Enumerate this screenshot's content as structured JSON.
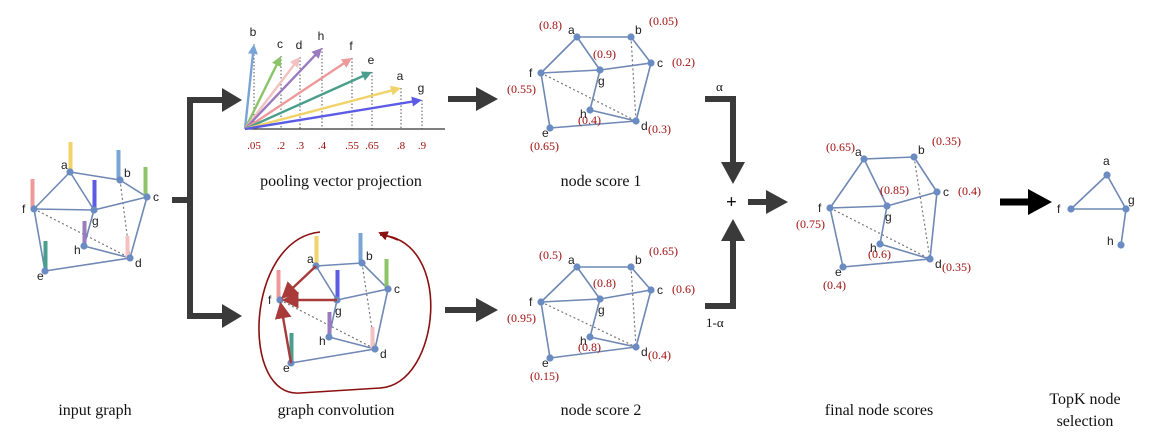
{
  "captions": {
    "input": "input graph",
    "pooling": "pooling vector projection",
    "conv": "graph convolution",
    "score1": "node score 1",
    "score2": "node score 2",
    "final": "final node scores",
    "topk_line1": "TopK node",
    "topk_line2": "selection"
  },
  "operators": {
    "alpha": "α",
    "one_minus_alpha": "1-α",
    "plus": "+"
  },
  "node_names": [
    "a",
    "b",
    "c",
    "d",
    "e",
    "f",
    "g",
    "h"
  ],
  "projection": {
    "vectors": [
      {
        "node": "b",
        "value": 0.05,
        "color": "#7aa3d6"
      },
      {
        "node": "c",
        "value": 0.2,
        "color": "#8cc46a"
      },
      {
        "node": "d",
        "value": 0.3,
        "color": "#f3c1c1"
      },
      {
        "node": "h",
        "value": 0.4,
        "color": "#9a7bbf"
      },
      {
        "node": "f",
        "value": 0.55,
        "color": "#ee9a9a"
      },
      {
        "node": "e",
        "value": 0.65,
        "color": "#4a9e8c"
      },
      {
        "node": "a",
        "value": 0.8,
        "color": "#f2d36a"
      },
      {
        "node": "g",
        "value": 0.9,
        "color": "#5b5be6"
      }
    ],
    "ticks": [
      ".05",
      ".2",
      ".3",
      ".4",
      ".55",
      ".65",
      ".8",
      ".9"
    ]
  },
  "feature_colors": {
    "a": "#f2d36a",
    "b": "#7aa3d6",
    "c": "#8cc46a",
    "d": "#f3c1c1",
    "e": "#4a9e8c",
    "f": "#ee9a9a",
    "g": "#5b5be6",
    "h": "#9a7bbf"
  },
  "score1": {
    "a": "(0.8)",
    "b": "(0.05)",
    "c": "(0.2)",
    "d": "(0.3)",
    "e": "(0.65)",
    "f": "(0.55)",
    "g": "(0.9)",
    "h": "(0.4)"
  },
  "score2": {
    "a": "(0.5)",
    "b": "(0.65)",
    "c": "(0.6)",
    "d": "(0.4)",
    "e": "(0.15)",
    "f": "(0.95)",
    "g": "(0.8)",
    "h": "(0.8)"
  },
  "final_scores": {
    "a": "(0.65)",
    "b": "(0.35)",
    "c": "(0.4)",
    "d": "(0.35)",
    "e": "(0.4)",
    "f": "(0.75)",
    "g": "(0.85)",
    "h": "(0.6)"
  },
  "topk_nodes": [
    "a",
    "f",
    "g",
    "h"
  ],
  "colors": {
    "edge": "#6f88b4",
    "node": "#6a8cc2",
    "score": "#a01010",
    "conv_arrow": "#a83a3a",
    "conv_loop": "#8b1010",
    "flow_arrow": "#3a3a3a"
  }
}
